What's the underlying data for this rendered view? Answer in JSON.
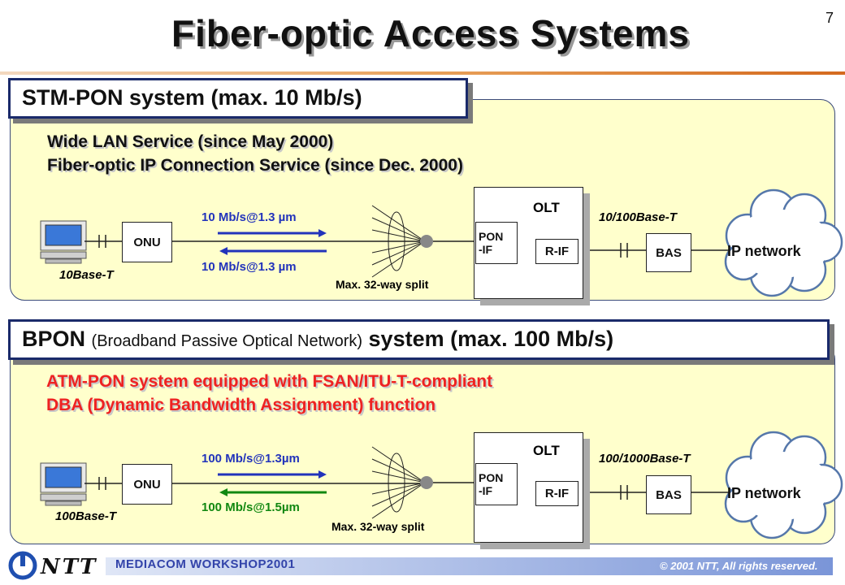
{
  "slide": {
    "title": "Fiber-optic Access Systems",
    "page_number": "7"
  },
  "stm": {
    "header": "STM-PON system (max. 10 Mb/s)",
    "desc1": "Wide LAN Service (since May 2000)",
    "desc2": "Fiber-optic IP Connection Service (since Dec. 2000)",
    "desc_color": "#111111",
    "onu": "ONU",
    "client_label": "10Base-T",
    "down_rate": "10 Mb/s@1.3 µm",
    "up_rate": "10 Mb/s@1.3 µm",
    "down_color": "#2233bb",
    "up_color": "#2233bb",
    "split": "Max. 32-way split",
    "olt": "OLT",
    "pon_if_1": "PON",
    "pon_if_2": "-IF",
    "r_if": "R-IF",
    "uplink": "10/100Base-T",
    "bas": "BAS",
    "network": "IP network"
  },
  "bpon": {
    "header_main": "BPON",
    "header_sub": "(Broadband Passive Optical Network)",
    "header_tail": "system (max. 100 Mb/s)",
    "desc1": "ATM-PON system equipped with FSAN/ITU-T-compliant",
    "desc2": "DBA (Dynamic Bandwidth Assignment) function",
    "desc_color": "#ee2222",
    "onu": "ONU",
    "client_label": "100Base-T",
    "down_rate": "100 Mb/s@1.3µm",
    "up_rate": "100 Mb/s@1.5µm",
    "down_color": "#2233bb",
    "up_color": "#118811",
    "split": "Max. 32-way split",
    "olt": "OLT",
    "pon_if_1": "PON",
    "pon_if_2": "-IF",
    "r_if": "R-IF",
    "uplink": "100/1000Base-T",
    "bas": "BAS",
    "network": "IP network"
  },
  "footer": {
    "logo_text": "NTT",
    "workshop": "MEDIACOM WORKSHOP2001",
    "copyright": "© 2001 NTT, All rights reserved."
  }
}
